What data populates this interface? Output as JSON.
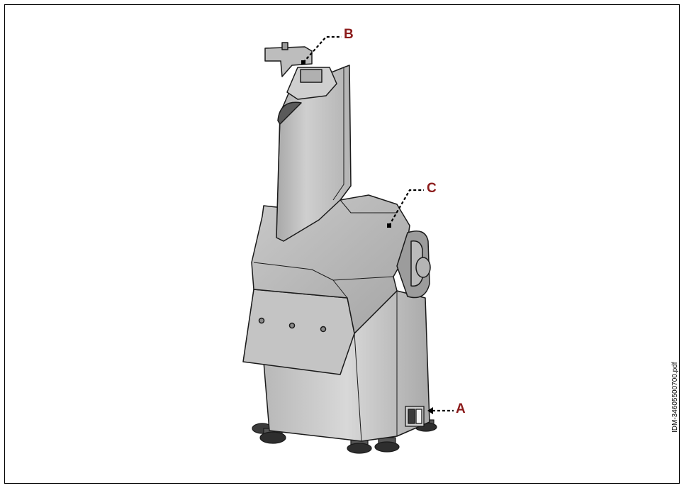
{
  "callouts": [
    {
      "id": "B",
      "label": "B"
    },
    {
      "id": "C",
      "label": "C"
    },
    {
      "id": "A",
      "label": "A"
    }
  ],
  "document_id": "IDM-34605500700.pdf",
  "colors": {
    "label": "#8b1a1a",
    "outline": "#1a1a1a",
    "metal_light": "#d9d9d9",
    "metal_mid": "#bdbdbd",
    "metal_dark": "#8e8e8e",
    "foot": "#3c3c3c"
  }
}
